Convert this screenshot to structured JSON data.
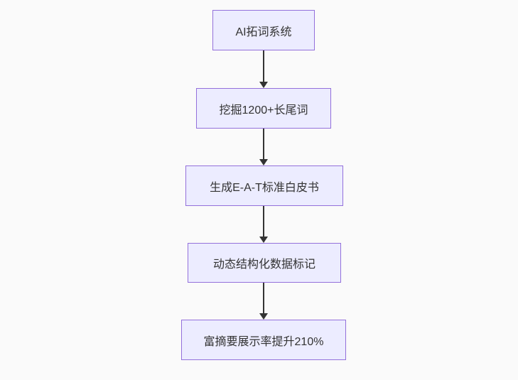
{
  "diagram": {
    "type": "flowchart",
    "direction": "top-down",
    "nodes": [
      {
        "id": "A",
        "label": "AI拓词系统"
      },
      {
        "id": "B",
        "label": "挖掘1200+长尾词"
      },
      {
        "id": "C",
        "label": "生成E-A-T标准白皮书"
      },
      {
        "id": "D",
        "label": "动态结构化数据标记"
      },
      {
        "id": "E",
        "label": "富摘要展示率提升210%"
      }
    ],
    "edges": [
      {
        "from": "A",
        "to": "B",
        "arrow": "down"
      },
      {
        "from": "B",
        "to": "C",
        "arrow": "down"
      },
      {
        "from": "C",
        "to": "D",
        "arrow": "down"
      },
      {
        "from": "D",
        "to": "E",
        "arrow": "down"
      }
    ],
    "colors": {
      "node_fill": "#ECECFF",
      "node_stroke": "#9370DB",
      "text_color": "#333333",
      "edge_color": "#333333",
      "canvas_bg": "#fafafa"
    }
  }
}
